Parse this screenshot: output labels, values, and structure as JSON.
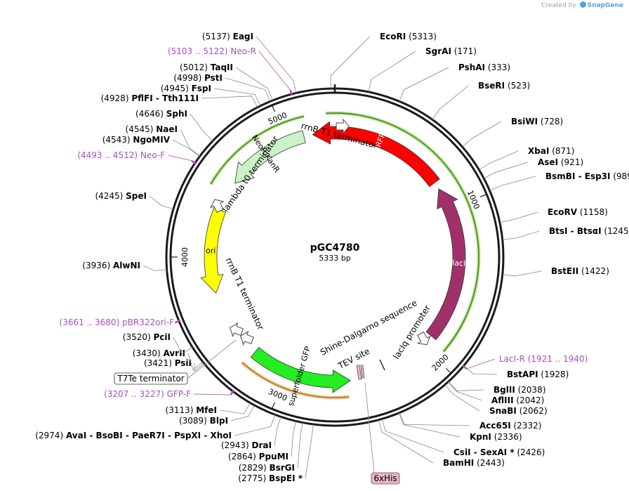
{
  "credit": {
    "prefix": "Created by",
    "brand": "SnapGene"
  },
  "plasmid": {
    "name": "pGC4780",
    "size": "5333 bp",
    "length": 5333
  },
  "ticks": [
    {
      "bp": 1000,
      "label": "1000"
    },
    {
      "bp": 2000,
      "label": "2000"
    },
    {
      "bp": 3000,
      "label": "3000"
    },
    {
      "bp": 4000,
      "label": "4000"
    },
    {
      "bp": 5000,
      "label": "5000"
    }
  ],
  "features": [
    {
      "name": "mRFP1",
      "start": 5180,
      "end": 790,
      "dir": -1,
      "color": "#ff0000",
      "textColor": "#ffffff"
    },
    {
      "name": "lacI",
      "start": 840,
      "end": 1915,
      "dir": -1,
      "color": "#a0306a",
      "textColor": "#ffffff"
    },
    {
      "name": "superfolder GFP",
      "start": 2560,
      "end": 3260,
      "dir": -1,
      "color": "#22ee22",
      "textColor": "#000000"
    },
    {
      "name": "ori",
      "start": 3750,
      "end": 4330,
      "dir": -1,
      "color": "#ffff00",
      "textColor": "#000000"
    },
    {
      "name": "NeoR/KanR",
      "start": 4540,
      "end": 5120,
      "dir": -1,
      "color": "#ccf2c8",
      "textColor": "#000000"
    }
  ],
  "terminators": [
    {
      "name": "rrnB T1 terminator",
      "bp": 5310
    },
    {
      "name": "lambda t0 terminator",
      "bp": 4420
    },
    {
      "name": "rrnB T1 terminator",
      "bp": 3520
    }
  ],
  "inner_labels": [
    {
      "text": "Shine-Dalgarno sequence"
    },
    {
      "text": "lacIq promoter"
    },
    {
      "text": "TEV site"
    }
  ],
  "boxed_labels": [
    {
      "text": "T7Te terminator"
    },
    {
      "text": "6xHis"
    }
  ],
  "enzymes": [
    {
      "name": "EagI",
      "pos": "(5137)"
    },
    {
      "name": "EcoRI",
      "pos": "(5313)"
    },
    {
      "name": "SgrAI",
      "pos": "(171)"
    },
    {
      "name": "PshAI",
      "pos": "(333)"
    },
    {
      "name": "BseRI",
      "pos": "(523)"
    },
    {
      "name": "BsiWI",
      "pos": "(728)"
    },
    {
      "name": "XbaI",
      "pos": "(871)"
    },
    {
      "name": "AseI",
      "pos": "(921)"
    },
    {
      "name": "BsmBI - Esp3I",
      "pos": "(989)"
    },
    {
      "name": "EcoRV",
      "pos": "(1158)"
    },
    {
      "name": "BtsI - BtsαI",
      "pos": "(1245)"
    },
    {
      "name": "BstEII",
      "pos": "(1422)"
    },
    {
      "name": "BstAPI",
      "pos": "(1928)"
    },
    {
      "name": "BglII",
      "pos": "(2038)"
    },
    {
      "name": "AflIII",
      "pos": "(2042)"
    },
    {
      "name": "SnaBI",
      "pos": "(2062)"
    },
    {
      "name": "Acc65I",
      "pos": "(2332)"
    },
    {
      "name": "KpnI",
      "pos": "(2336)"
    },
    {
      "name": "CsiI - SexAI *",
      "pos": "(2426)"
    },
    {
      "name": "BamHI",
      "pos": "(2443)"
    },
    {
      "name": "BspEI *",
      "pos": "(2775)"
    },
    {
      "name": "BsrGI",
      "pos": "(2829)"
    },
    {
      "name": "PpuMI",
      "pos": "(2864)"
    },
    {
      "name": "DraI",
      "pos": "(2943)"
    },
    {
      "name": "AvaI - BsoBI - PaeR7I - PspXI - XhoI",
      "pos": "(2974)"
    },
    {
      "name": "BlpI",
      "pos": "(3089)"
    },
    {
      "name": "MfeI",
      "pos": "(3113)"
    },
    {
      "name": "PsiI",
      "pos": "(3421)"
    },
    {
      "name": "AvrII",
      "pos": "(3430)"
    },
    {
      "name": "PciI",
      "pos": "(3520)"
    },
    {
      "name": "AlwNI",
      "pos": "(3936)"
    },
    {
      "name": "SpeI",
      "pos": "(4245)"
    },
    {
      "name": "NgoMIV",
      "pos": "(4543)"
    },
    {
      "name": "NaeI",
      "pos": "(4545)"
    },
    {
      "name": "SphI",
      "pos": "(4646)"
    },
    {
      "name": "PflFI - Tth111I",
      "pos": "(4928)"
    },
    {
      "name": "FspI",
      "pos": "(4945)"
    },
    {
      "name": "PstI",
      "pos": "(4998)"
    },
    {
      "name": "TaqII",
      "pos": "(5012)"
    }
  ],
  "primers": [
    {
      "name": "Neo-R",
      "range": "(5103 .. 5122)",
      "bp": 5112
    },
    {
      "name": "Neo-F",
      "range": "(4493 .. 4512)",
      "bp": 4502
    },
    {
      "name": "pBR322ori-F",
      "range": "(3661 .. 3680)",
      "bp": 3670
    },
    {
      "name": "GFP-F",
      "range": "(3207 .. 3227)",
      "bp": 3217
    },
    {
      "name": "LacI-R",
      "range": "(1921 .. 1940)",
      "bp": 1930
    }
  ],
  "colors": {
    "backbone": "#1a1a1a",
    "primer": "#a64fc4",
    "primer_arc_lacI": "#b8e68c",
    "primer_arc_gfp": "#f5c890",
    "his_box": "#e8b4c8"
  }
}
